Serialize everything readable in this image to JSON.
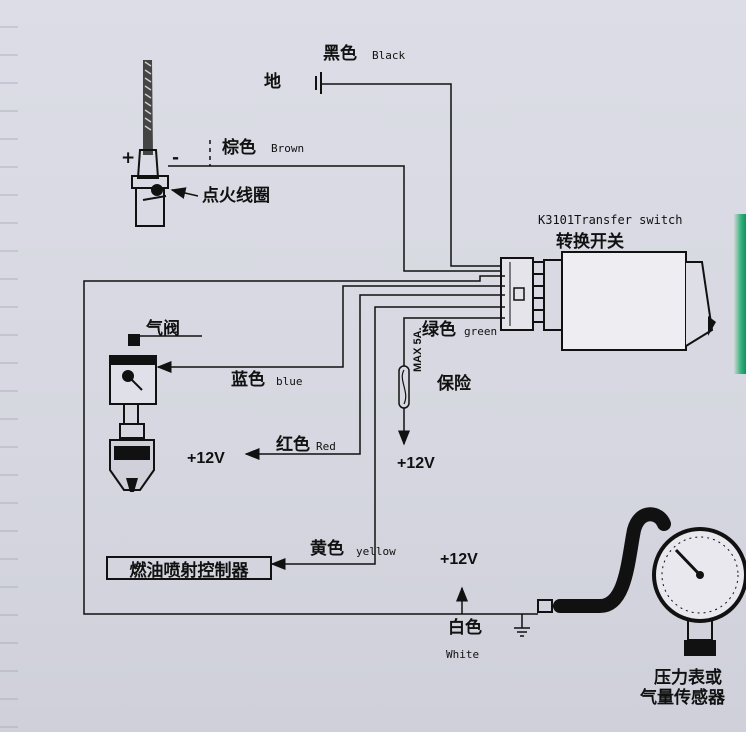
{
  "title": "K3101Transfer switch",
  "switch_label": "转换开关",
  "labels": {
    "ground": "地",
    "black_cn": "黑色",
    "black_en": "Black",
    "brown_cn": "棕色",
    "brown_en": "Brown",
    "coil": "点火线圈",
    "plus": "+",
    "minus": "-",
    "valve": "气阀",
    "blue_cn": "蓝色",
    "blue_en": "blue",
    "red_cn": "红色",
    "red_en": "Red",
    "green_cn": "绿色",
    "green_en": "green",
    "fuse_rating": "MAX 5A.",
    "fuse": "保险",
    "yellow_cn": "黄色",
    "yellow_en": "yellow",
    "ecu": "燃油喷射控制器",
    "white_cn": "白色",
    "white_en": "White",
    "gauge_line1": "压力表或",
    "gauge_line2": "气量传感器",
    "v_red": "+12V",
    "v_fuse": "+12V",
    "v_white": "+12V"
  }
}
